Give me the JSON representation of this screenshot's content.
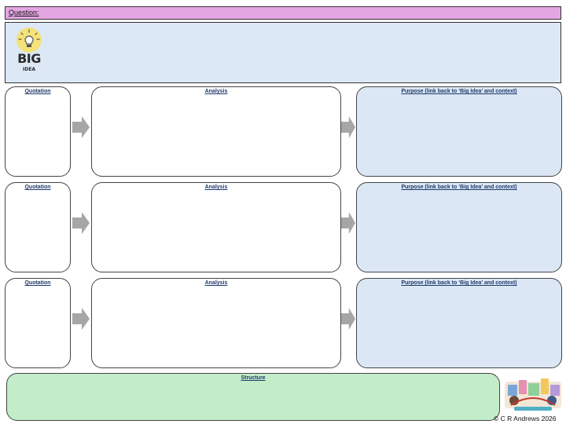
{
  "question": {
    "label": "Question:"
  },
  "big_idea": {
    "icon": "lightbulb-icon",
    "big": "BIG",
    "idea": "IDEA"
  },
  "rows": [
    {
      "quotation": "Quotation",
      "analysis": "Analysis",
      "purpose": "Purpose (link back to ‘Big Idea’ and context)"
    },
    {
      "quotation": "Quotation",
      "analysis": "Analysis",
      "purpose": "Purpose (link back to ‘Big Idea’ and context)"
    },
    {
      "quotation": "Quotation",
      "analysis": "Analysis",
      "purpose": "Purpose (link back to ‘Big Idea’ and context)"
    }
  ],
  "structure": {
    "label": "Structure"
  },
  "footer": {
    "copyright": "© C R Andrews 2026"
  },
  "colors": {
    "question_bar": "#e4a6e3",
    "big_idea_box": "#dde8f6",
    "purpose_box": "#dce7f5",
    "structure_box": "#c2edc8",
    "arrow": "#a6a6a6",
    "heading_text": "#1f3a6b"
  }
}
